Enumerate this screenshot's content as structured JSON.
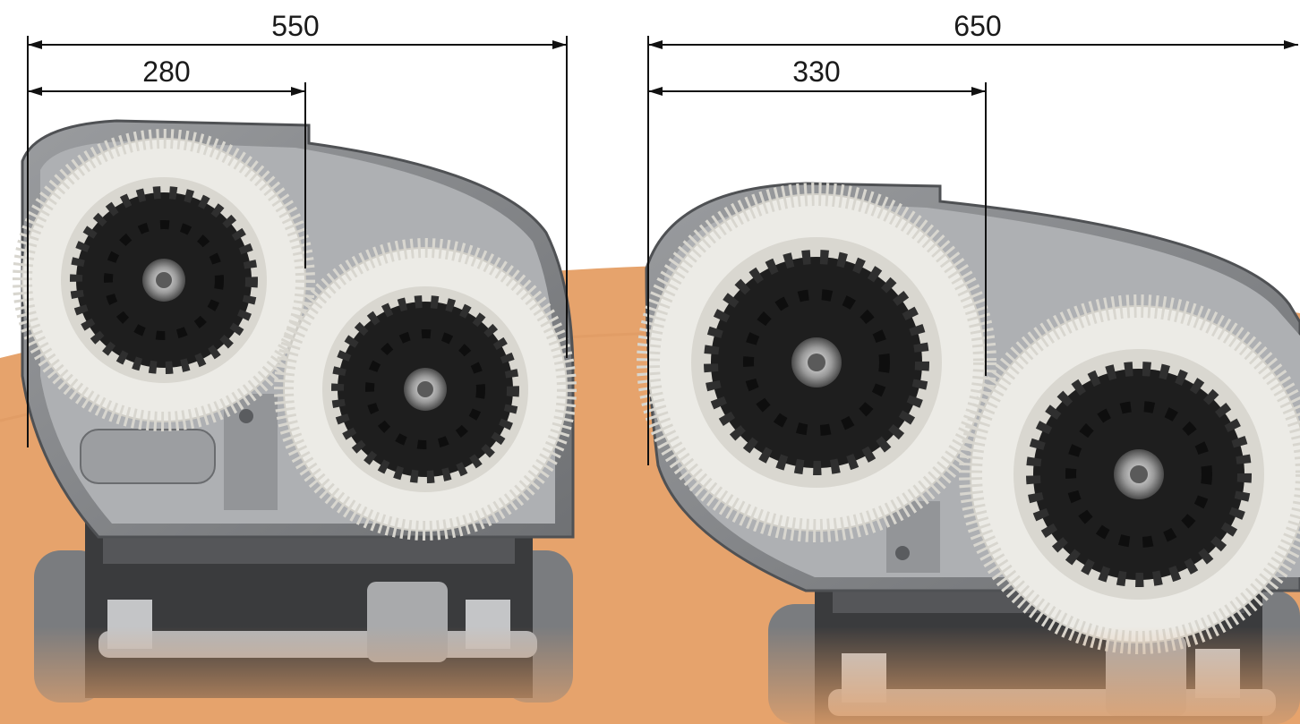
{
  "dimensions": {
    "left_total": "550",
    "left_brush": "280",
    "right_total": "650",
    "right_brush": "330"
  },
  "colors": {
    "floor": "#e6a36c",
    "floor_dark": "#d18c55",
    "stripe": "#ffffff",
    "housing": "#8a8c8f",
    "housing_dark": "#55575a",
    "bristle": "#ecebe6",
    "brush_core": "#1e1e1e",
    "dimension_line": "#111111"
  }
}
